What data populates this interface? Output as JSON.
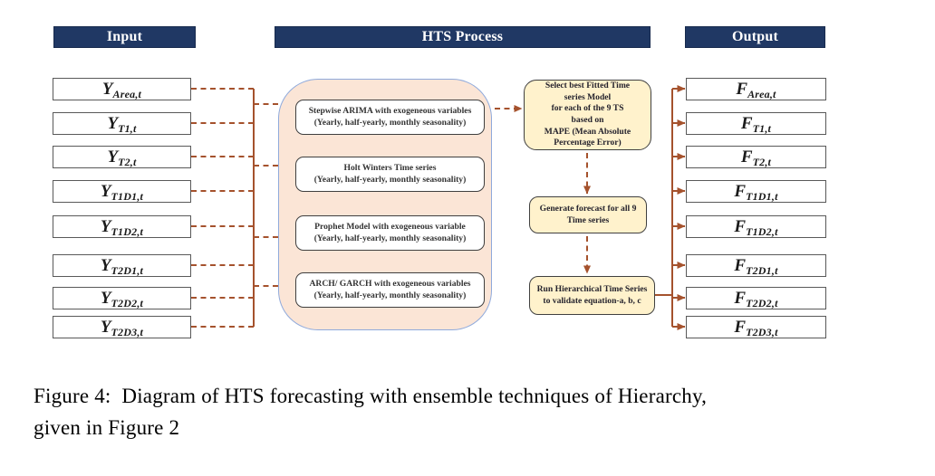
{
  "colors": {
    "header_bg": "#203864",
    "header_border": "#172a4d",
    "header_text": "#ffffff",
    "box_border": "#595959",
    "model_border": "#3f3f3f",
    "container_fill": "#fbe5d6",
    "container_border": "#8faadc",
    "yellow_fill": "#fff2cc",
    "yellow_border": "#404040",
    "arrow": "#a5522d"
  },
  "headers": {
    "input": "Input",
    "process": "HTS Process",
    "output": "Output"
  },
  "input_column": {
    "items": [
      {
        "base": "Y",
        "sub": "Area,t"
      },
      {
        "base": "Y",
        "sub": "T1,t"
      },
      {
        "base": "Y",
        "sub": "T2,t"
      },
      {
        "base": "Y",
        "sub": "T1D1,t"
      },
      {
        "base": "Y",
        "sub": "T1D2,t"
      },
      {
        "base": "Y",
        "sub": "T2D1,t"
      },
      {
        "base": "Y",
        "sub": "T2D2,t"
      },
      {
        "base": "Y",
        "sub": "T2D3,t"
      }
    ]
  },
  "output_column": {
    "items": [
      {
        "base": "F",
        "sub": "Area,t"
      },
      {
        "base": "F",
        "sub": "T1,t"
      },
      {
        "base": "F",
        "sub": "T2,t"
      },
      {
        "base": "F",
        "sub": "T1D1,t"
      },
      {
        "base": "F",
        "sub": "T1D2,t"
      },
      {
        "base": "F",
        "sub": "T2D1,t"
      },
      {
        "base": "F",
        "sub": "T2D2,t"
      },
      {
        "base": "F",
        "sub": "T2D3,t"
      }
    ]
  },
  "process": {
    "models": [
      {
        "text": "Stepwise ARIMA with exogeneous variables\n(Yearly, half-yearly, monthly seasonality)"
      },
      {
        "text": "Holt Winters Time series\n(Yearly, half-yearly, monthly seasonality)"
      },
      {
        "text": "Prophet Model with exogeneous variable\n(Yearly, half-yearly, monthly seasonality)"
      },
      {
        "text": "ARCH/ GARCH with exogeneous variables\n(Yearly, half-yearly, monthly seasonality)"
      }
    ],
    "steps": [
      {
        "text": "Select best Fitted  Time\nseries Model\nfor each of the 9 TS\nbased on\nMAPE (Mean Absolute\nPercentage Error)"
      },
      {
        "text": "Generate forecast for all 9\nTime series"
      },
      {
        "text": "Run Hierarchical Time Series\nto validate equation-a, b, c"
      }
    ]
  },
  "caption": {
    "text": "Figure 4:  Diagram of HTS forecasting with ensemble techniques of Hierarchy,\ngiven in Figure 2"
  }
}
